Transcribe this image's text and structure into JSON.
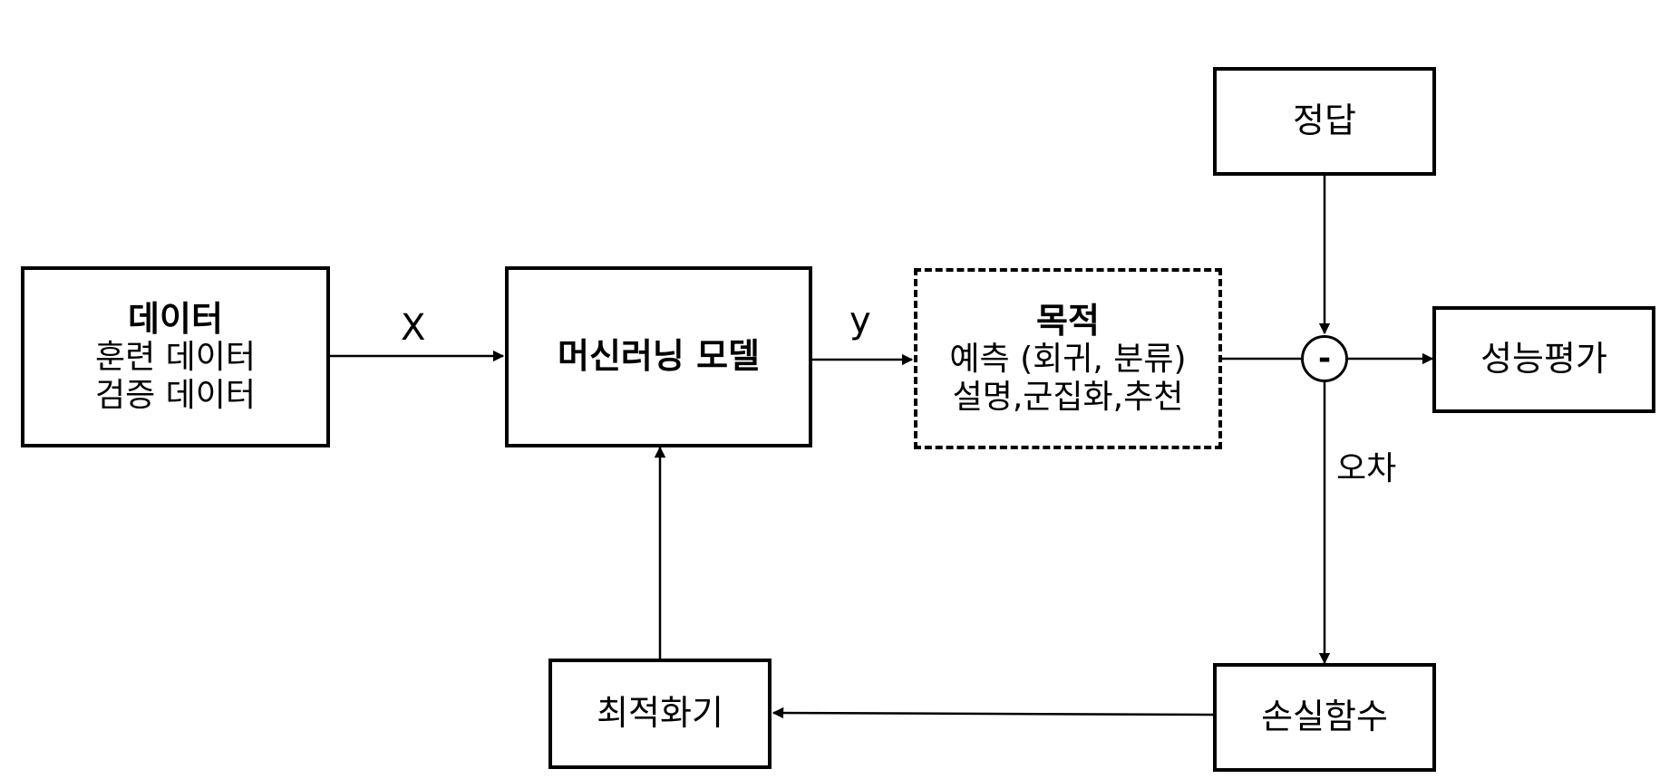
{
  "nodes": {
    "data": {
      "title": "데이터",
      "lines": [
        "훈련 데이터",
        "검증 데이터"
      ]
    },
    "model": {
      "title": "머신러닝 모델"
    },
    "purpose": {
      "title": "목적",
      "lines": [
        "예측 (회귀, 분류)",
        "설명,군집화,추천"
      ]
    },
    "answer": {
      "title": "정답"
    },
    "evaluation": {
      "title": "성능평가"
    },
    "loss": {
      "title": "손실함수"
    },
    "optimizer": {
      "title": "최적화기"
    },
    "subtract": {
      "symbol": "-"
    }
  },
  "edge_labels": {
    "input": "X",
    "output": "y",
    "error": "오차"
  }
}
